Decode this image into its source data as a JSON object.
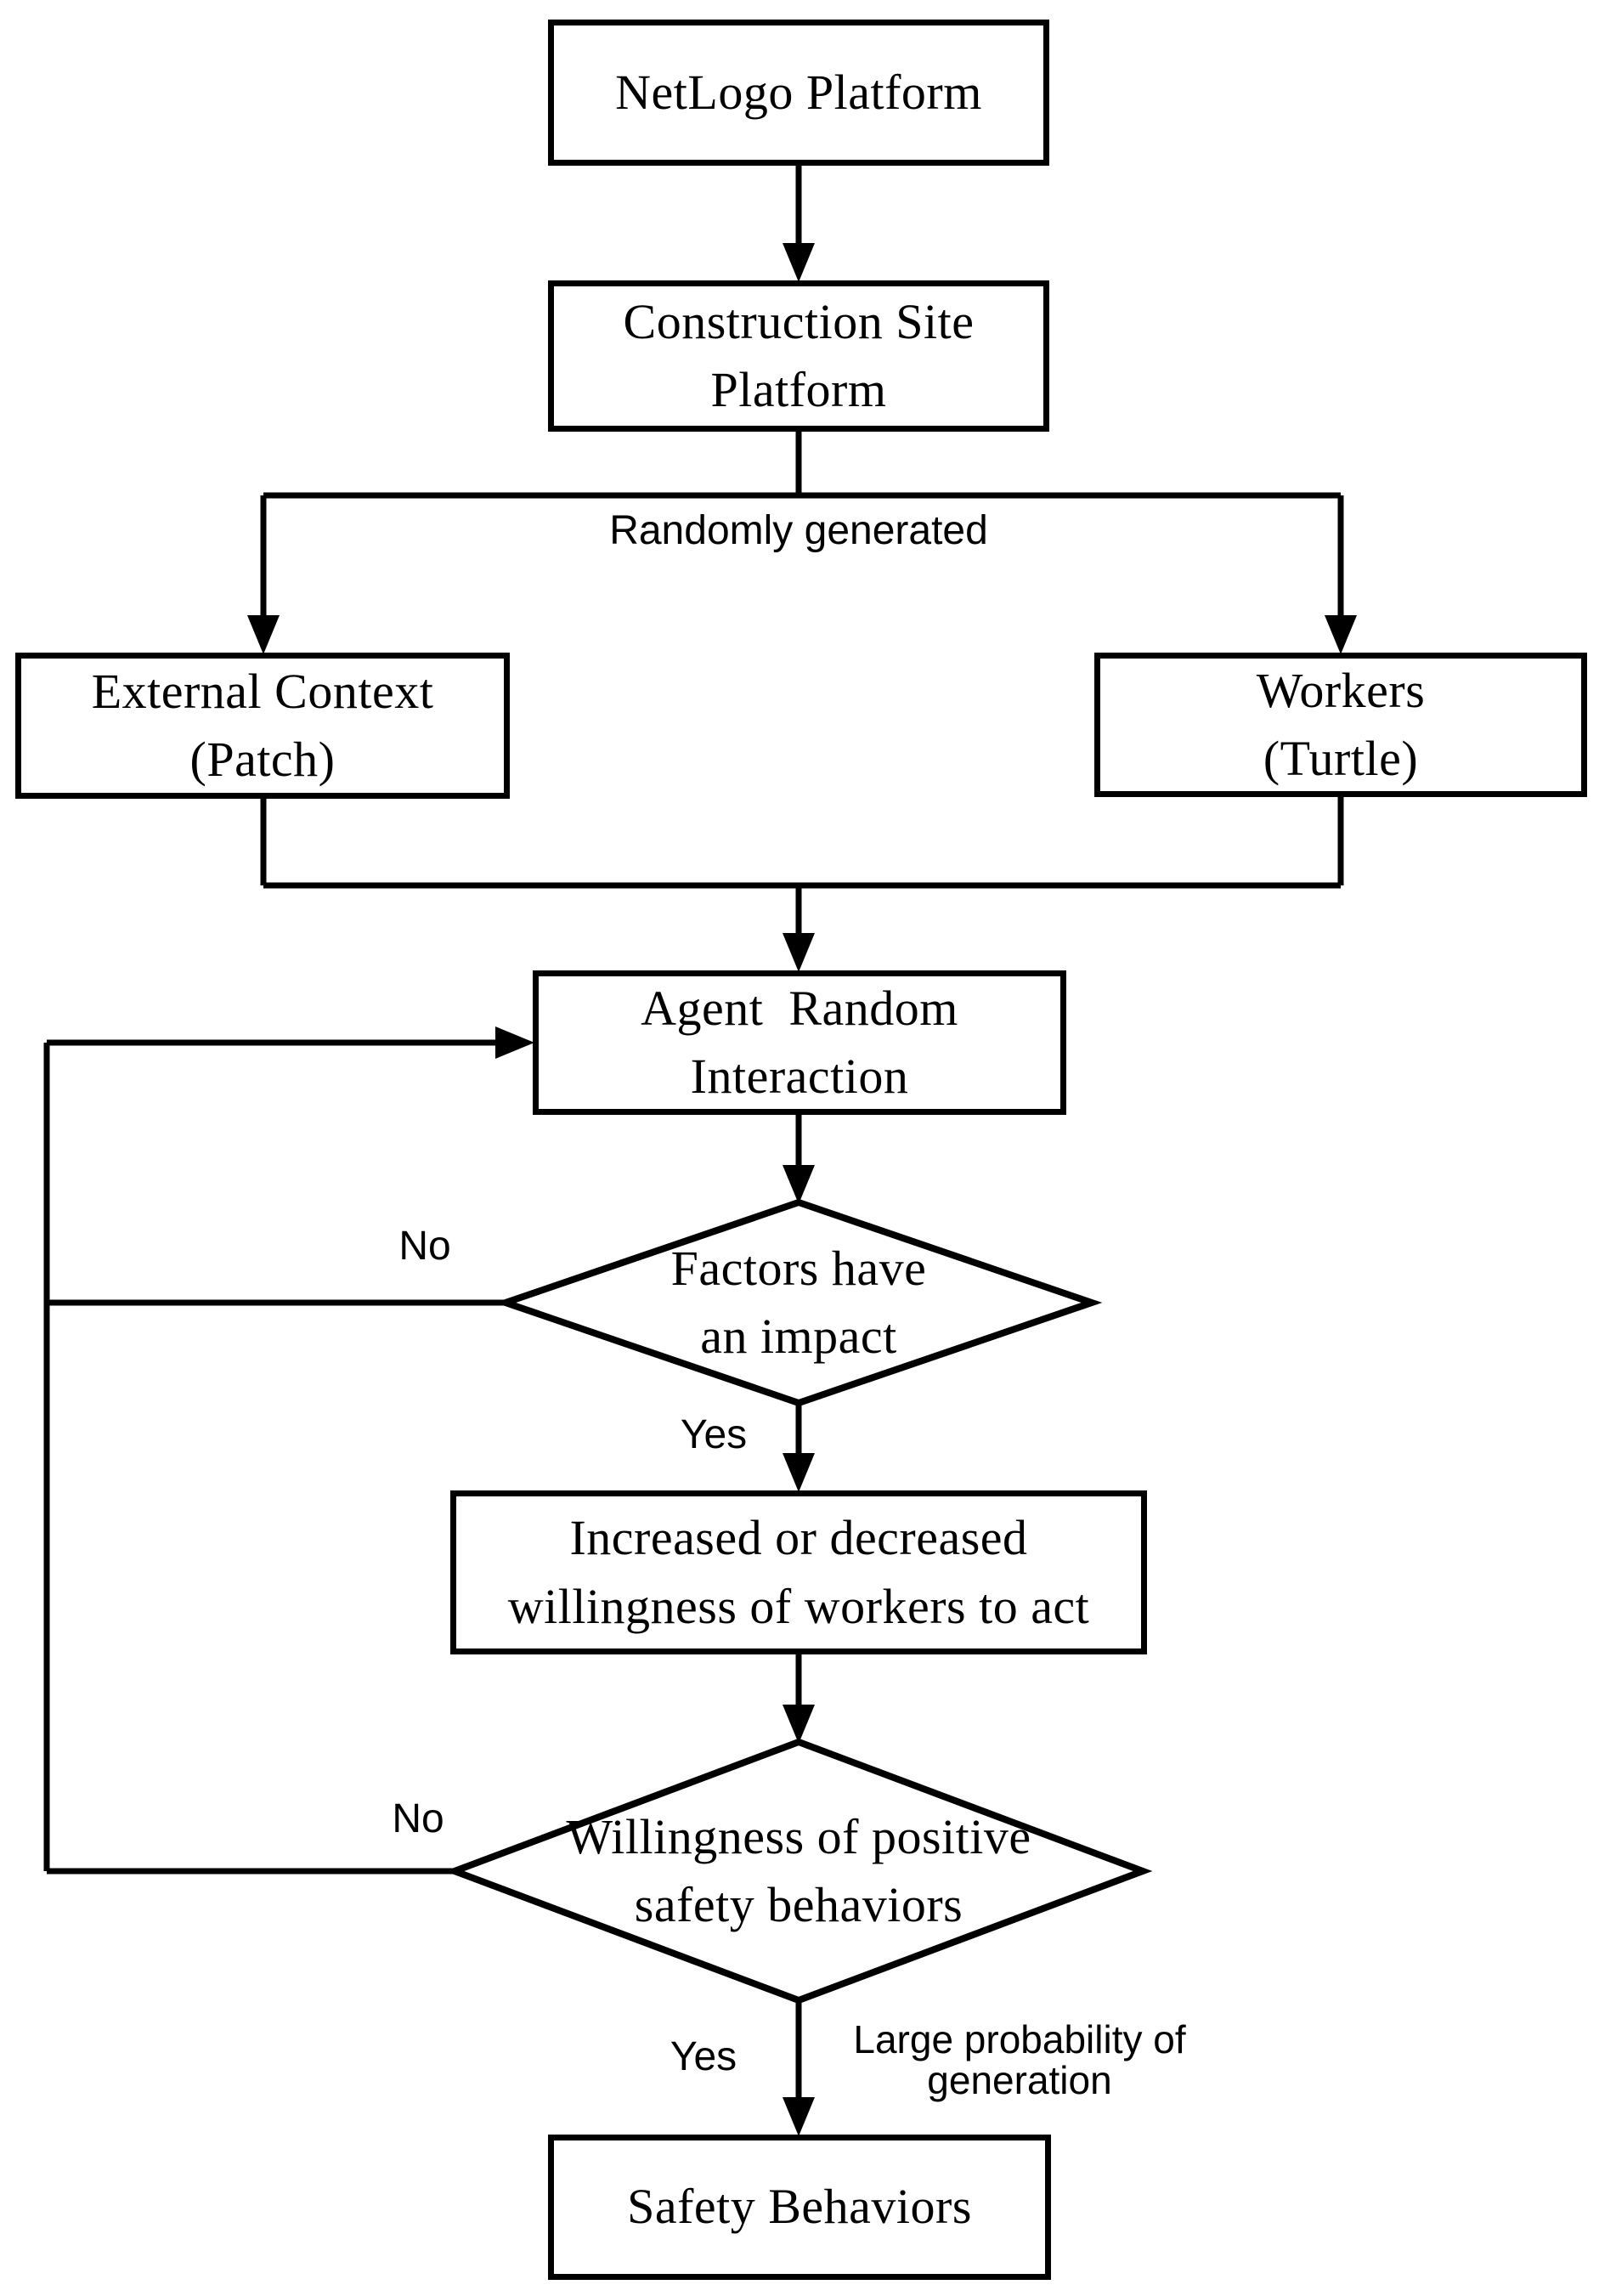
{
  "diagram": {
    "title": "Agent-based simulation flowchart (NetLogo)",
    "colors": {
      "background": "#ffffff",
      "line": "#000000",
      "text": "#000000"
    }
  },
  "nodes": {
    "netlogo": {
      "label": "NetLogo Platform"
    },
    "construction": {
      "label": [
        "Construction Site",
        "Platform"
      ]
    },
    "external": {
      "label": [
        "External Context",
        "(Patch)"
      ]
    },
    "workers": {
      "label": [
        "Workers",
        "(Turtle)"
      ]
    },
    "agent": {
      "label": [
        "Agent  Random",
        "Interaction"
      ]
    },
    "decision_factors": {
      "label": [
        "Factors have",
        "an impact"
      ]
    },
    "increased": {
      "label": [
        "Increased or decreased",
        "willingness of workers to act"
      ]
    },
    "decision_willingness": {
      "label": [
        "Willingness of positive",
        "safety behaviors"
      ]
    },
    "safety": {
      "label": "Safety Behaviors"
    }
  },
  "edge_labels": {
    "randomly_generated": "Randomly generated",
    "factors_no": "No",
    "factors_yes": "Yes",
    "willingness_no": "No",
    "willingness_yes": "Yes",
    "large_probability": [
      "Large probability of",
      "generation"
    ]
  },
  "edges": [
    {
      "from": "NetLogo Platform",
      "to": "Construction Site Platform",
      "label": ""
    },
    {
      "from": "Construction Site Platform",
      "to": "External Context (Patch)",
      "label": "Randomly generated"
    },
    {
      "from": "Construction Site Platform",
      "to": "Workers (Turtle)",
      "label": "Randomly generated"
    },
    {
      "from": "External Context (Patch)",
      "to": "Agent Random Interaction",
      "label": ""
    },
    {
      "from": "Workers (Turtle)",
      "to": "Agent Random Interaction",
      "label": ""
    },
    {
      "from": "Agent Random Interaction",
      "to": "Factors have an impact",
      "label": ""
    },
    {
      "from": "Factors have an impact",
      "to": "Agent Random Interaction",
      "label": "No"
    },
    {
      "from": "Factors have an impact",
      "to": "Increased or decreased willingness of workers to act",
      "label": "Yes"
    },
    {
      "from": "Increased or decreased willingness of workers to act",
      "to": "Willingness of positive safety behaviors",
      "label": ""
    },
    {
      "from": "Willingness of positive safety behaviors",
      "to": "Agent Random Interaction",
      "label": "No"
    },
    {
      "from": "Willingness of positive safety behaviors",
      "to": "Safety Behaviors",
      "label": "Yes / Large probability of generation"
    }
  ]
}
